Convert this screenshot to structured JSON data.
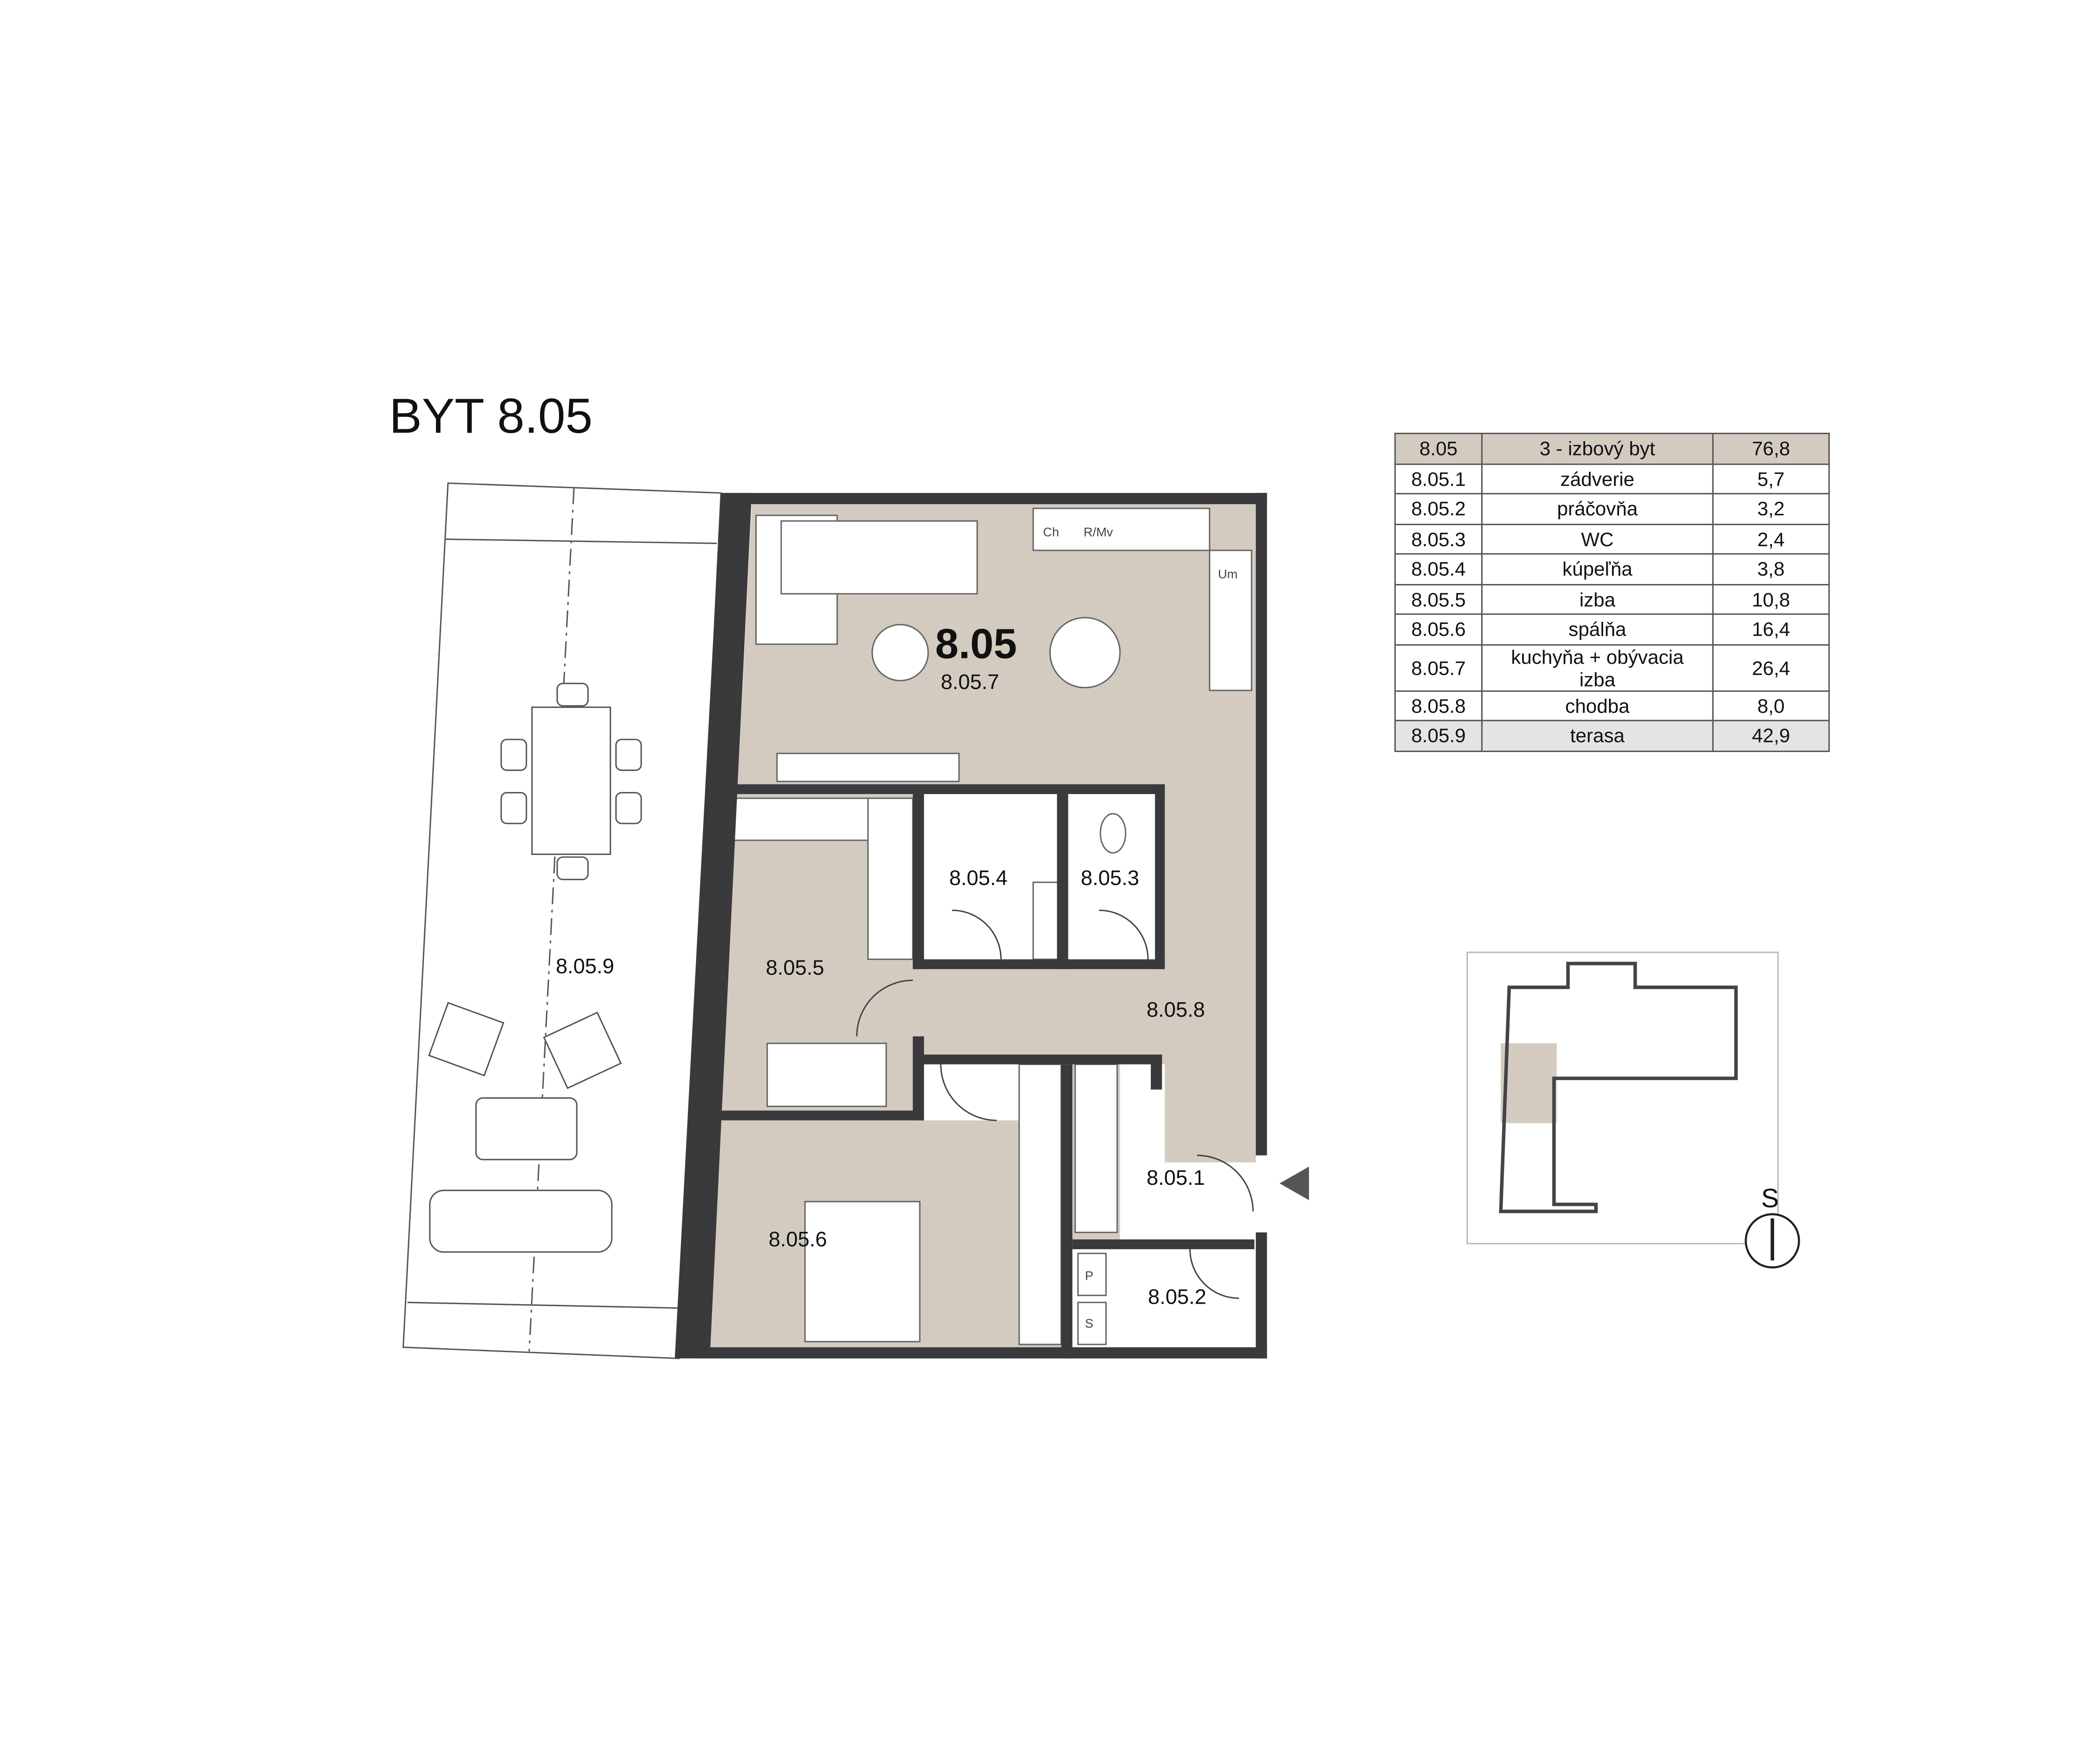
{
  "title": "BYT 8.05",
  "apartment_label": "8.05",
  "table": {
    "header": {
      "id": "8.05",
      "name": "3 - izbový byt",
      "area": "76,8"
    },
    "rows": [
      {
        "id": "8.05.1",
        "name": "zádverie",
        "area": "5,7"
      },
      {
        "id": "8.05.2",
        "name": "práčovňa",
        "area": "3,2"
      },
      {
        "id": "8.05.3",
        "name": "WC",
        "area": "2,4"
      },
      {
        "id": "8.05.4",
        "name": "kúpeľňa",
        "area": "3,8"
      },
      {
        "id": "8.05.5",
        "name": "izba",
        "area": "10,8"
      },
      {
        "id": "8.05.6",
        "name": "spálňa",
        "area": "16,4"
      },
      {
        "id": "8.05.7",
        "name": "kuchyňa + obývacia izba",
        "area": "26,4"
      },
      {
        "id": "8.05.8",
        "name": "chodba",
        "area": "8,0"
      }
    ],
    "footer": {
      "id": "8.05.9",
      "name": "terasa",
      "area": "42,9"
    }
  },
  "rooms": {
    "r1": "8.05.1",
    "r2": "8.05.2",
    "r3": "8.05.3",
    "r4": "8.05.4",
    "r5": "8.05.5",
    "r6": "8.05.6",
    "r7": "8.05.7",
    "r8": "8.05.8",
    "r9": "8.05.9"
  },
  "fixtures": {
    "ch": "Ch",
    "rmv": "R/Mv",
    "um": "Um",
    "p": "P",
    "s": "S"
  },
  "compass": {
    "label": "S",
    "icon": "north-arrow-icon"
  },
  "entrance_icon": "entrance-triangle-icon",
  "colors": {
    "room_fill": "#d3cbc0",
    "wall": "#3a3a3c",
    "terrace_footer": "#e4e4e6"
  }
}
